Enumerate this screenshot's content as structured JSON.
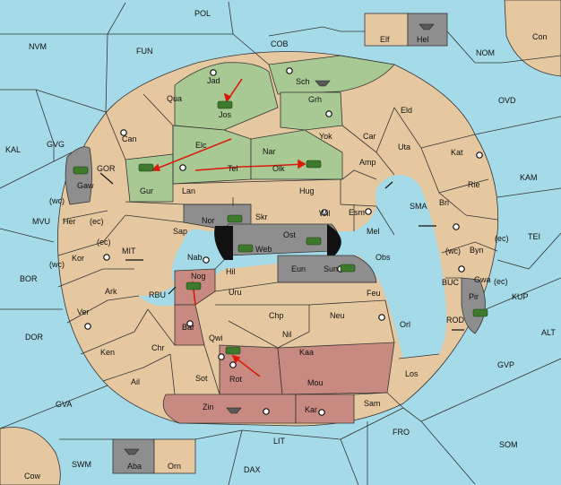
{
  "colors": {
    "sea": "#a5dbe8",
    "land": "#e6c8a0",
    "green_power": "#a9c994",
    "red_power": "#c88a80",
    "grey_power": "#8e8e8e",
    "supply_center": "#111111",
    "order_arrow": "#d81c0c"
  },
  "labels": {
    "pol": "POL",
    "nvm": "NVM",
    "fun": "FUN",
    "cob": "COB",
    "nom": "NOM",
    "con": "Con",
    "elf": "Elf",
    "hel": "Hel",
    "ovd": "OVD",
    "kal": "KAL",
    "gvg": "GVG",
    "gor": "GOR",
    "gaw": "Gaw",
    "wc1": "(wc)",
    "ec1": "(ec)",
    "mvu": "MVU",
    "her": "Her",
    "jad": "Jad",
    "sch": "Sch",
    "qua": "Qua",
    "jos": "Jos",
    "grh": "Grh",
    "can": "Can",
    "eld": "Eld",
    "yok": "Yok",
    "car": "Car",
    "elc": "Elc",
    "nar": "Nar",
    "uta": "Uta",
    "kat": "Kat",
    "amp": "Amp",
    "tel": "Tel",
    "olk": "Olk",
    "gur": "Gur",
    "lan": "Lan",
    "hug": "Hug",
    "kam": "KAM",
    "rie": "Rie",
    "sma": "SMA",
    "bri": "Bri",
    "wil": "Wil",
    "esm": "Esm",
    "nor": "Nor",
    "skr": "Skr",
    "ost": "Ost",
    "mel": "Mel",
    "sap": "Sap",
    "web": "Web",
    "tei": "TEI",
    "ec2": "(ec)",
    "wc2": "(wc)",
    "byn": "Byn",
    "kor": "Kor",
    "mit": "MIT",
    "wc3": "(wc)",
    "ec3": "(ec)",
    "nab": "Nab",
    "obs": "Obs",
    "eun": "Eun",
    "sun": "Sun",
    "hil": "Hil",
    "bor": "BOR",
    "gwa": "Gwa",
    "ec4": "(ec)",
    "buc": "BUC",
    "kup": "KUP",
    "ark": "Ark",
    "rbu": "RBU",
    "nog": "Nog",
    "uru": "Uru",
    "feu": "Feu",
    "pir": "Pir",
    "ver": "Ver",
    "chp": "Chp",
    "neu": "Neu",
    "bar": "Bar",
    "rod": "ROD",
    "orl": "Orl",
    "alt": "ALT",
    "dor": "DOR",
    "qwi": "Qwi",
    "nil": "Nil",
    "ken": "Ken",
    "chr": "Chr",
    "kaa": "Kaa",
    "gvp": "GVP",
    "los": "Los",
    "ail": "Ail",
    "sot": "Sot",
    "rot": "Rot",
    "mou": "Mou",
    "gva": "GVA",
    "zin": "Zin",
    "kar": "Kar",
    "sam": "Sam",
    "fro": "FRO",
    "lit": "LIT",
    "som": "SOM",
    "swm": "SWM",
    "aba": "Aba",
    "orn": "Orn",
    "dax": "DAX",
    "cow": "Cow"
  },
  "units": {
    "green_armies": [
      "Jad-Jos",
      "Gaw",
      "Gur",
      "Olk"
    ],
    "grey_armies": [
      "Nor",
      "Web",
      "Ost",
      "Sun",
      "Pir"
    ],
    "grey_fleets": [
      "Sch",
      "Hel",
      "Zin",
      "Aba"
    ],
    "red_armies": [
      "Nog",
      "Rot"
    ]
  }
}
